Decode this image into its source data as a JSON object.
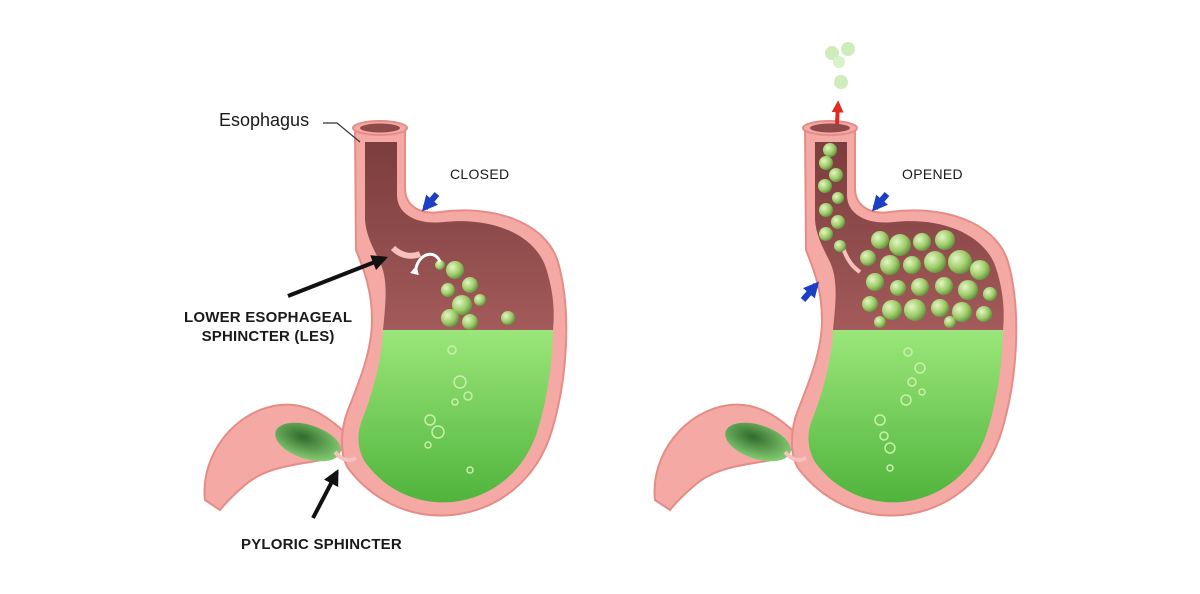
{
  "labels": {
    "esophagus": "Esophagus",
    "closed": "CLOSED",
    "opened": "OPENED",
    "les_line1": "LOWER ESOPHAGEAL",
    "les_line2": "SPHINCTER (LES)",
    "pyloric": "PYLORIC SPHINCTER"
  },
  "colors": {
    "tissue": "#f4a9a4",
    "tissue_edge": "#e48c87",
    "gas_cavity": "#8e4a4a",
    "acid": "#8fe070",
    "acid_dark": "#4ca83a",
    "bubble": "#a8d07a",
    "arrow_blue": "#1c3fc4",
    "arrow_red": "#e02b20",
    "pointer": "#111111"
  },
  "diagrams": [
    {
      "state": "closed",
      "bubbles_in_esophagus": false
    },
    {
      "state": "opened",
      "bubbles_in_esophagus": true
    }
  ]
}
